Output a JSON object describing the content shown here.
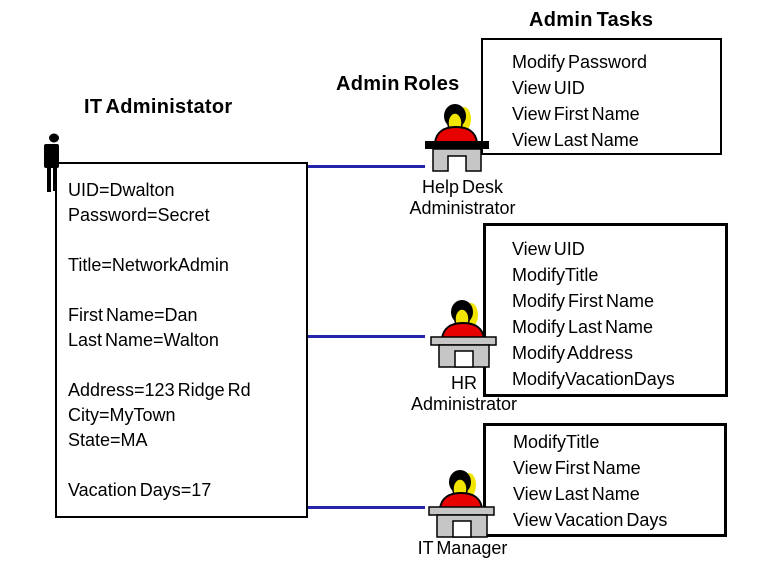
{
  "headers": {
    "it_administator": "IT Administator",
    "admin_roles": "Admin Roles",
    "admin_tasks": "Admin Tasks"
  },
  "user_record": {
    "lines": [
      "UID=Dwalton",
      "Password=Secret",
      "",
      "Title=NetworkAdmin",
      "",
      "First Name=Dan",
      "Last Name=Walton",
      "",
      "Address=123 Ridge Rd",
      "City=MyTown",
      "State=MA",
      "",
      "Vacation Days=17"
    ]
  },
  "roles": [
    {
      "name_lines": [
        "Help Desk",
        "Administrator"
      ],
      "tasks": [
        "Modify Password",
        "View UID",
        "View First Name",
        "View Last Name"
      ]
    },
    {
      "name_lines": [
        "HR",
        "Administrator"
      ],
      "tasks": [
        "View UID",
        "ModifyTitle",
        "Modify First Name",
        "Modify Last Name",
        "Modify Address",
        "ModifyVacationDays"
      ]
    },
    {
      "name_lines": [
        "IT Manager"
      ],
      "tasks": [
        "ModifyTitle",
        "View First Name",
        "View Last Name",
        "View Vacation Days"
      ]
    }
  ],
  "icons": {
    "user": "standing-person-icon",
    "role": "person-at-desk-icon"
  },
  "colors": {
    "connector_blue": "#2323AC",
    "desk_gray": "#C6C6C6",
    "desk_top_black": "#000000",
    "shirt_red": "#E60000",
    "face_yellow": "#F0E400",
    "outline": "#000000",
    "silhouette": "#000000"
  }
}
